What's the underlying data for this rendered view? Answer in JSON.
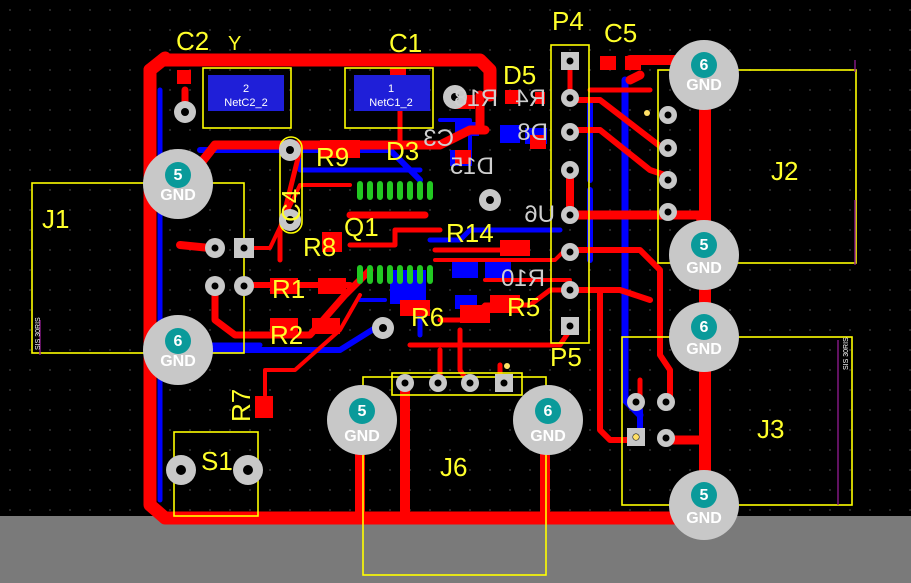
{
  "board": {
    "colors": {
      "background": "#000000",
      "top_copper": "#ff0000",
      "bottom_copper": "#0000ff",
      "silkscreen": "#ffff00",
      "pad": "#c8c8c8",
      "via_ring": "#ffe066",
      "mech_outline": "#8a1a8a",
      "green_pad": "#22c822"
    }
  },
  "designators": {
    "C2": "C2",
    "C1": "C1",
    "P4": "P4",
    "C5": "C5",
    "D5": "D5",
    "D3": "D3",
    "R9": "R9",
    "C4": "C4",
    "Q1": "Q1",
    "R8": "R8",
    "R1": "R1",
    "R2": "R2",
    "R6": "R6",
    "R7": "R7",
    "S1": "S1",
    "J1": "J1",
    "J2": "J2",
    "J3": "J3",
    "J6": "J6",
    "P5": "P5",
    "R14": "R14",
    "R5": "R5",
    "R10": "R10",
    "U6": "U6"
  },
  "mirrored_labels": [
    "R18",
    "R4",
    "D8",
    "C3",
    "D15"
  ],
  "mounting_pads": {
    "gnd": "GND",
    "five": "5",
    "six": "6"
  },
  "component_labels": {
    "netc2_pin": "2",
    "netc2_net": "NetC2_2",
    "netc1_pin": "1",
    "netc1_net": "NetC1_2",
    "c2_mark": "Y"
  },
  "tiny_texts": {
    "j1_side": "SIS 30RIS",
    "j3_side": "SIS 30RIS"
  }
}
